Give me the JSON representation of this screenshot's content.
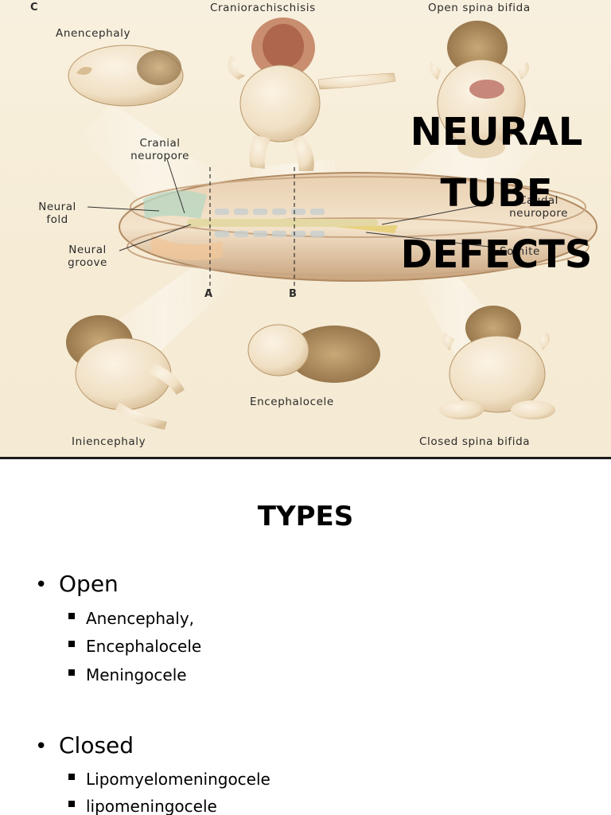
{
  "slide1": {
    "panel_letter": "C",
    "title_lines": [
      "NEURAL",
      "TUBE",
      "DEFECTS"
    ],
    "labels": {
      "anencephaly": "Anencephaly",
      "craniorachischisis": "Craniorachischisis",
      "open_spina_bifida": "Open spina bifida",
      "cranial_neuropore": "Cranial\nneuropore",
      "neural_fold": "Neural\nfold",
      "neural_groove": "Neural\ngroove",
      "caudal_neuropore": "Caudal\nneuropore",
      "somite": "Somite",
      "section_a": "A",
      "section_b": "B",
      "iniencephaly": "Iniencephaly",
      "encephalocele": "Encephalocele",
      "closed_spina_bifida": "Closed spina bifida"
    }
  },
  "slide2": {
    "title": "TYPES",
    "groups": [
      {
        "label": "Open",
        "items": [
          "Anencephaly,",
          "Encephalocele",
          "Meningocele"
        ]
      },
      {
        "label": "Closed",
        "items": [
          "Lipomyelomeningocele",
          "lipomeningocele"
        ]
      }
    ]
  }
}
